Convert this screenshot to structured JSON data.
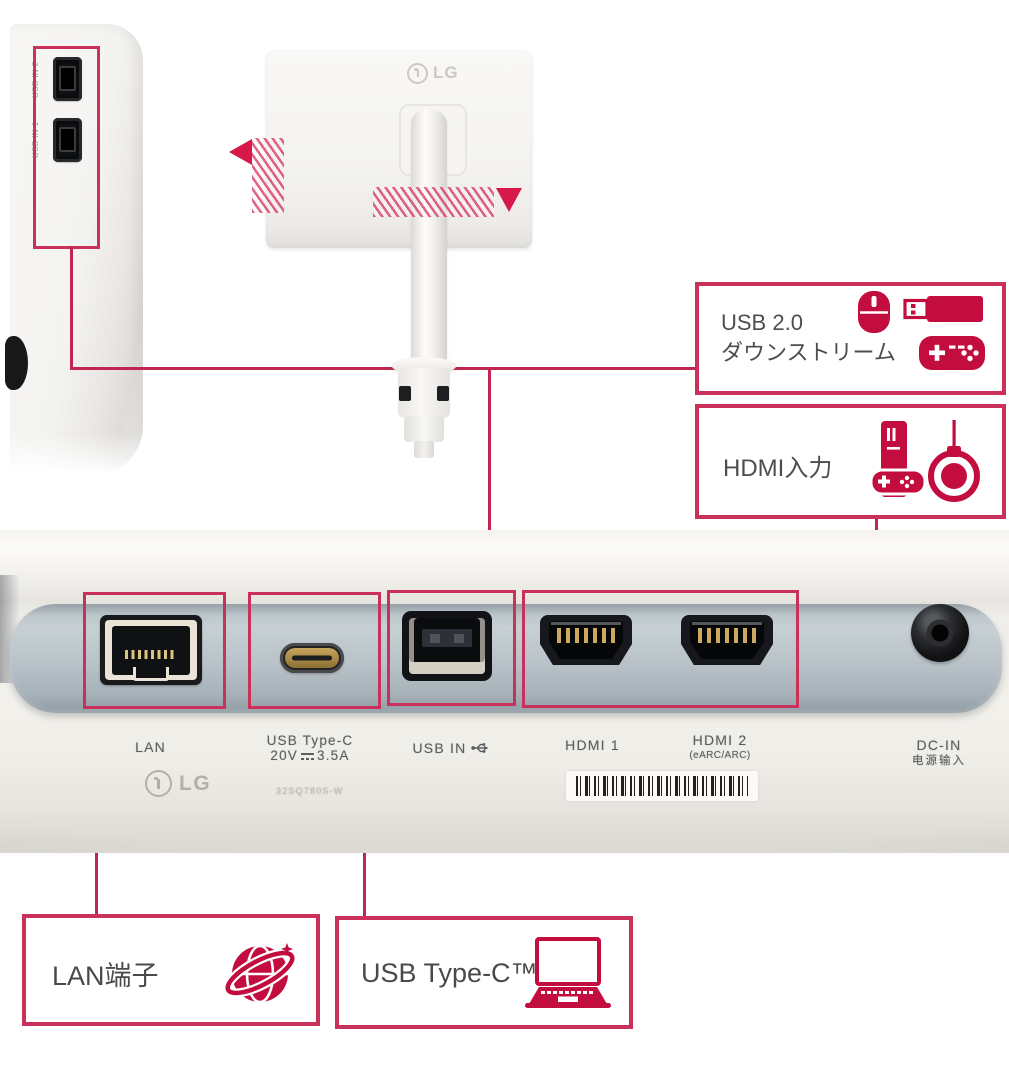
{
  "colors": {
    "accent": "#c9305a",
    "line": "#c22550",
    "icon_red": "#c30d3e"
  },
  "side_view": {
    "port_label_top": "USB IN 2",
    "port_label_bottom": "USB IN 1"
  },
  "back_view": {
    "logo_text": "LG"
  },
  "callouts": {
    "usb_downstream": {
      "line1": "USB 2.0",
      "line2": "ダウンストリーム"
    },
    "hdmi_input": {
      "label": "HDMI入力"
    },
    "lan": {
      "label": "LAN端子"
    },
    "usb_type_c": {
      "label": "USB Type-C™"
    }
  },
  "port_panel": {
    "lan_label": "LAN",
    "usb_c_label": "USB Type-C",
    "usb_c_volt": "20V",
    "usb_c_amp": "3.5A",
    "usb_in_label": "USB IN",
    "hdmi1_label": "HDMI 1",
    "hdmi2_label": "HDMI 2",
    "hdmi2_sub": "(eARC/ARC)",
    "dc_in_label": "DC-IN",
    "dc_in_sub": "电源输入",
    "logo_text": "LG",
    "model_text": "32SQ780S-W"
  }
}
